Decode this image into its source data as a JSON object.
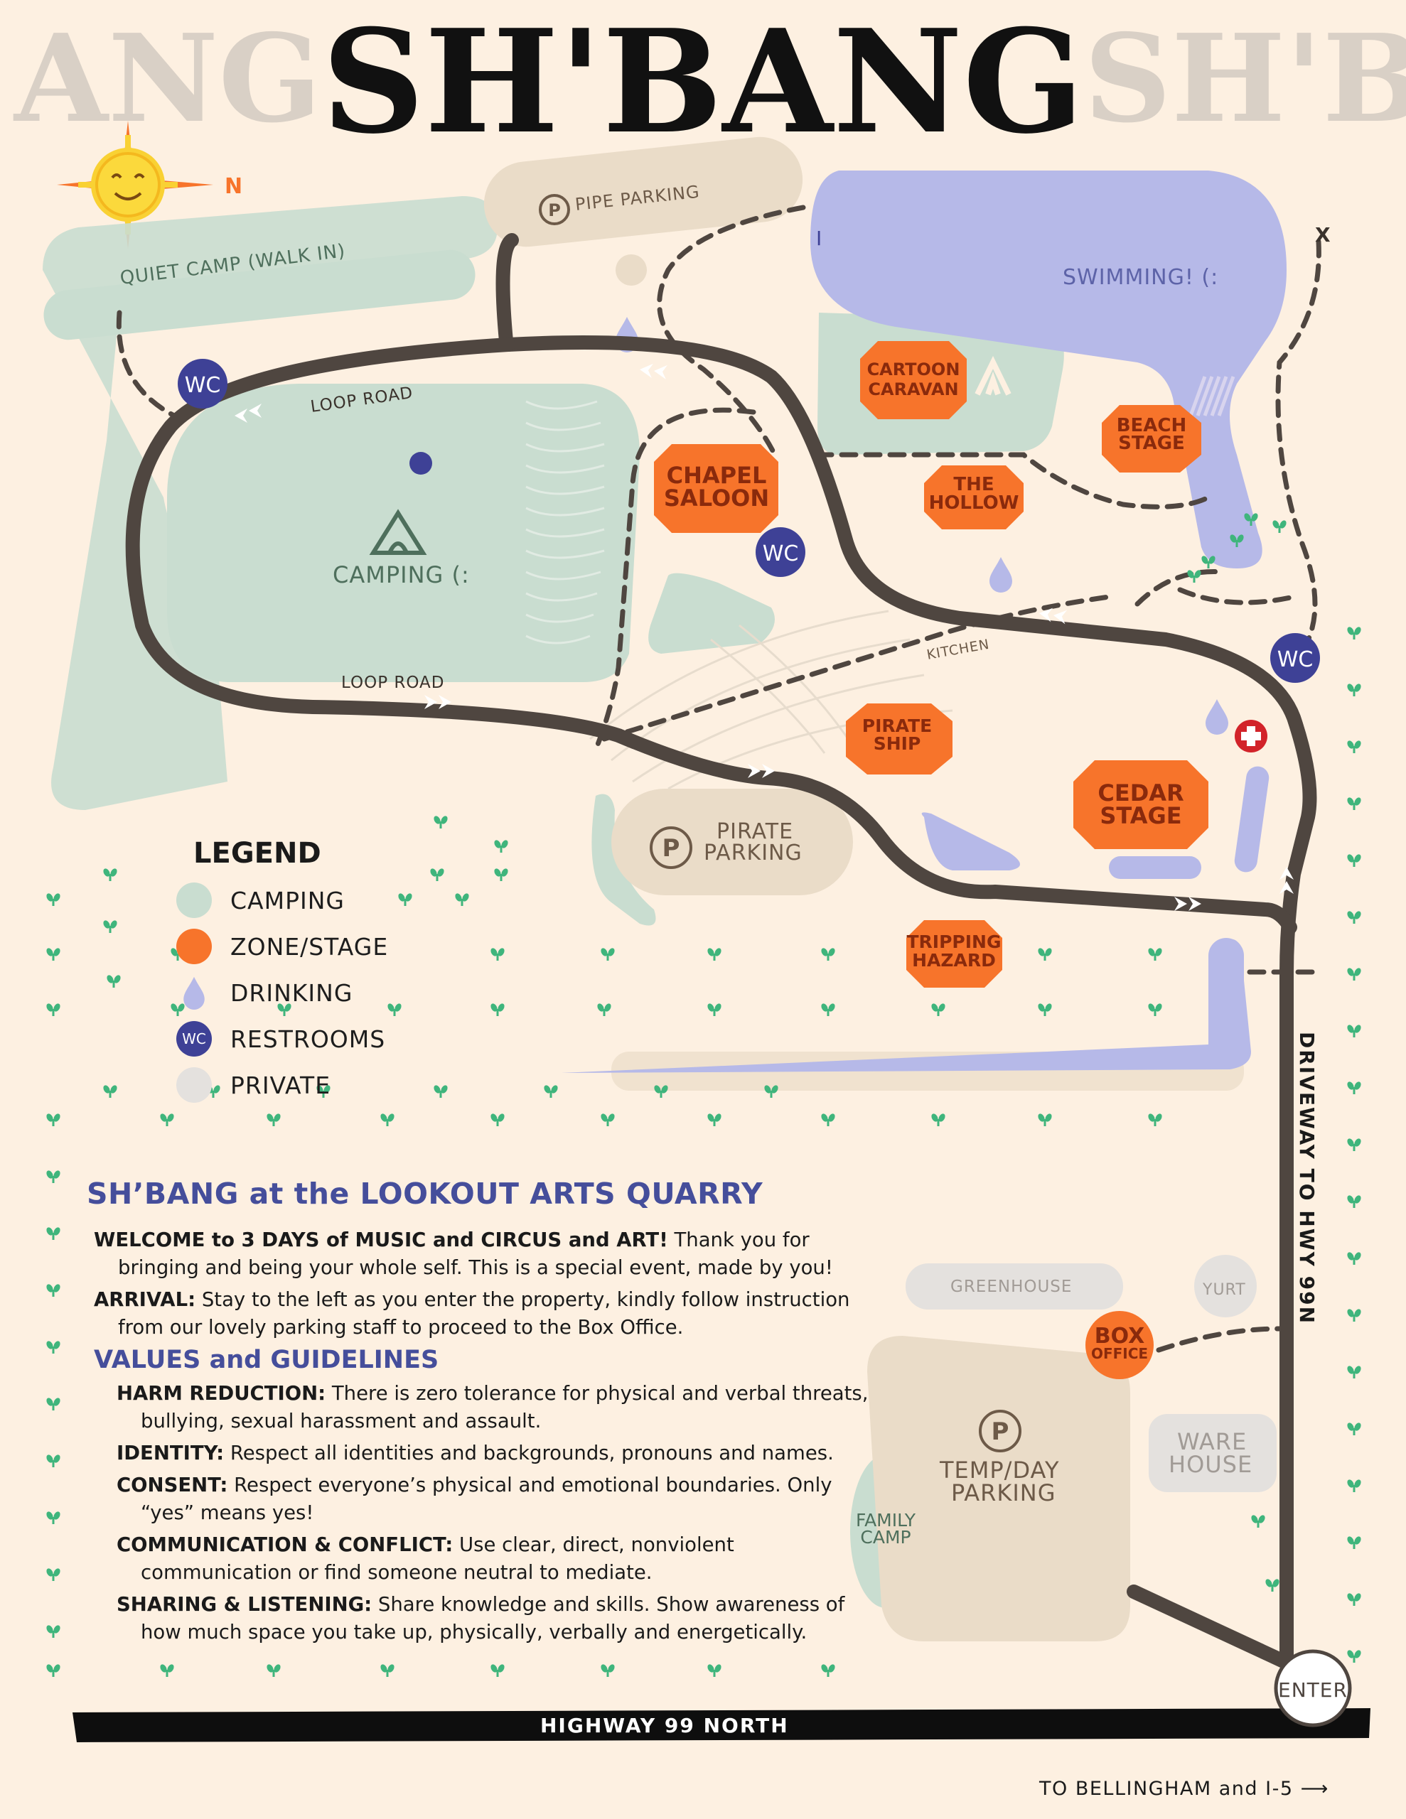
{
  "title": "SH'BANG",
  "title_ghost_left": "ANG",
  "title_ghost_right": "SH'B",
  "compass_label": "N",
  "map_labels": {
    "quiet_camp": "QUIET CAMP (WALK IN)",
    "pipe_parking": "PIPE PARKING",
    "swimming": "SWIMMING! (:",
    "loop_road_top": "LOOP ROAD",
    "loop_road_bottom": "LOOP ROAD",
    "camping": "CAMPING (:",
    "kitchen": "KITCHEN",
    "pirate_parking_1": "PIRATE",
    "pirate_parking_2": "PARKING",
    "greenhouse": "GREENHOUSE",
    "yurt": "YURT",
    "warehouse_1": "WARE",
    "warehouse_2": "HOUSE",
    "temp_parking_1": "TEMP/DAY",
    "temp_parking_2": "PARKING",
    "family_camp_1": "FAMILY",
    "family_camp_2": "CAMP",
    "enter": "ENTER",
    "driveway": "DRIVEWAY TO HWY 99N",
    "highway": "HIGHWAY 99 NORTH",
    "to_bellingham": "TO BELLINGHAM and I-5 ⟶",
    "x_mark": "X",
    "i_mark": "I",
    "parking_symbol": "P",
    "wc": "WC"
  },
  "zones": {
    "cartoon_caravan": [
      "CARTOON",
      "CARAVAN"
    ],
    "chapel_saloon": [
      "CHAPEL",
      "SALOON"
    ],
    "the_hollow": [
      "THE",
      "HOLLOW"
    ],
    "beach_stage": [
      "BEACH",
      "STAGE"
    ],
    "pirate_ship": [
      "PIRATE",
      "SHIP"
    ],
    "cedar_stage": [
      "CEDAR",
      "STAGE"
    ],
    "tripping_hazard": [
      "TRIPPING",
      "HAZARD"
    ],
    "box_office": [
      "BOX",
      "OFFICE"
    ]
  },
  "legend": {
    "title": "LEGEND",
    "items": [
      {
        "label": "CAMPING",
        "color": "#c9ddd0"
      },
      {
        "label": "ZONE/STAGE",
        "color": "#f7742b"
      },
      {
        "label": "DRINKING",
        "color": "#b6b9e8"
      },
      {
        "label": "RESTROOMS",
        "color": "#3e4196",
        "badge": "WC"
      },
      {
        "label": "PRIVATE",
        "color": "#e4e1de"
      }
    ]
  },
  "info": {
    "heading": "SH’BANG at the LOOKOUT ARTS QUARRY",
    "welcome_bold": "WELCOME to 3 DAYS of MUSIC and CIRCUS and ART!",
    "welcome_text": " Thank you for bringing and being your whole self. This is a special event, made by you!",
    "arrival_bold": "ARRIVAL:",
    "arrival_text": " Stay to the left as you enter the property, kindly follow instruction from our lovely parking staff to proceed to the Box Office.",
    "values_heading": "VALUES and GUIDELINES",
    "guidelines": [
      {
        "bold": "HARM REDUCTION:",
        "text": " There is zero tolerance for physical and verbal threats, bullying, sexual harassment and assault."
      },
      {
        "bold": "IDENTITY:",
        "text": " Respect all identities and backgrounds, pronouns and names."
      },
      {
        "bold": "CONSENT:",
        "text": " Respect everyone’s physical and emotional boundaries. Only “yes” means yes!"
      },
      {
        "bold": "COMMUNICATION & CONFLICT:",
        "text": " Use clear, direct, nonviolent communication or find someone neutral to mediate."
      },
      {
        "bold": "SHARING & LISTENING:",
        "text": " Share knowledge and skills. Show awareness of how much space you take up, physically, verbally and energetically."
      }
    ]
  },
  "colors": {
    "background": "#fdf0e1",
    "road": "#4f4640",
    "camping": "#c9ddd0",
    "zone": "#f7742b",
    "zone_text": "#8a2a0c",
    "water": "#b6b9e8",
    "restroom": "#3e4196",
    "private": "#e4e1de",
    "parking": "#eadcc8",
    "heading_blue": "#454e9b",
    "plant": "#3fb57c"
  }
}
